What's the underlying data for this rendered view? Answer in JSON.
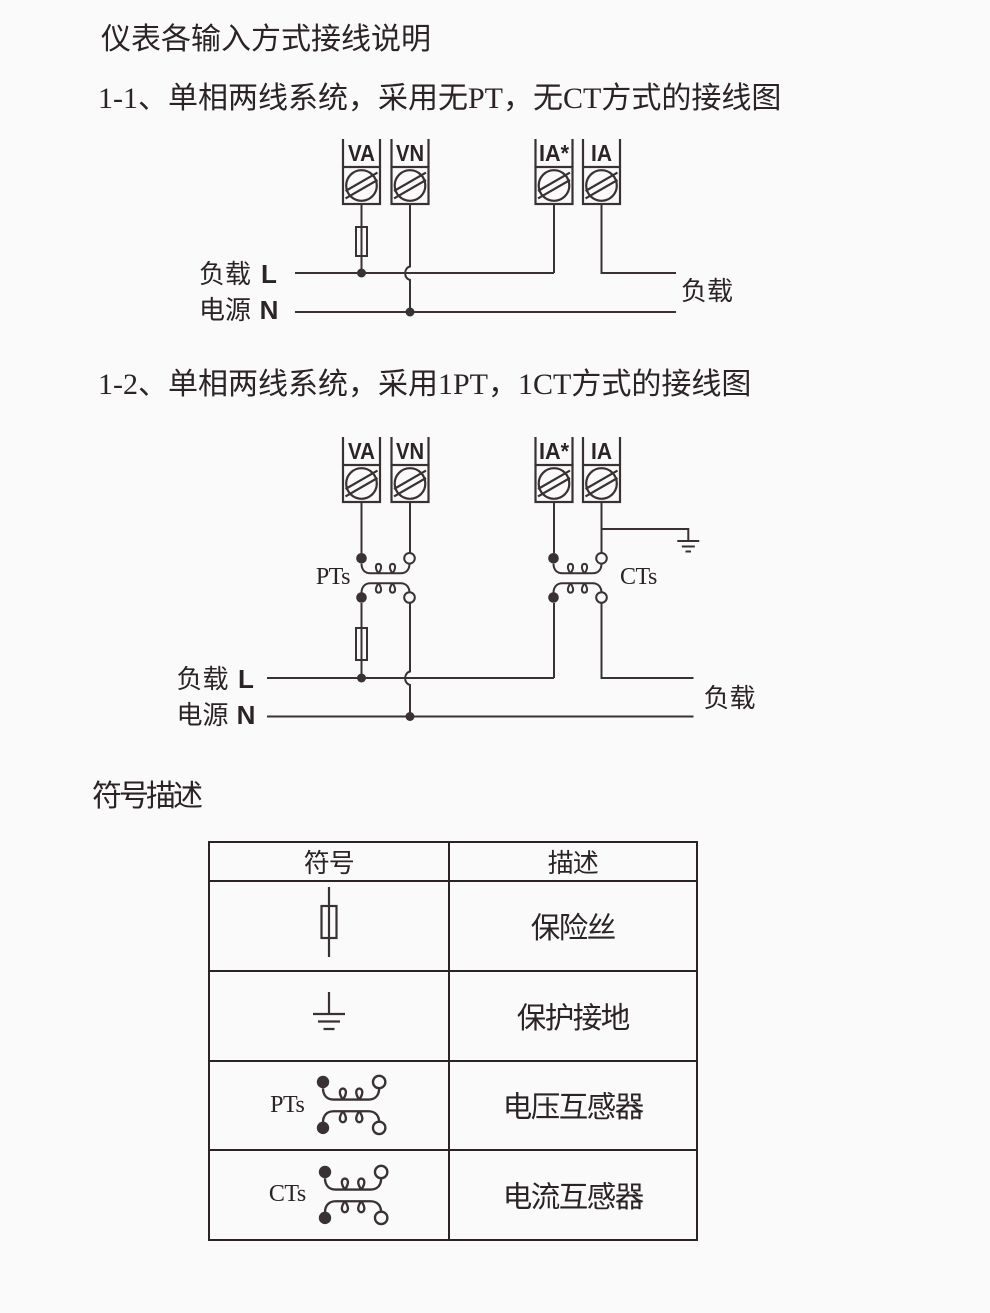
{
  "title": "仪表各输入方式接线说明",
  "section_1_1": {
    "heading": "1-1、单相两线系统，采用无PT，无CT方式的接线图",
    "terminals": [
      "VA",
      "VN",
      "IA*",
      "IA"
    ],
    "left_labels": {
      "load": "负载",
      "line": "L",
      "source": "电源",
      "neutral": "N"
    },
    "right_label": "负载"
  },
  "section_1_2": {
    "heading": "1-2、单相两线系统，采用1PT，1CT方式的接线图",
    "terminals": [
      "VA",
      "VN",
      "IA*",
      "IA"
    ],
    "pt_label": "PTs",
    "ct_label": "CTs",
    "left_labels": {
      "load": "负载",
      "line": "L",
      "source": "电源",
      "neutral": "N"
    },
    "right_label": "负载"
  },
  "symbols": {
    "heading": "符号描述",
    "table": {
      "headers": [
        "符号",
        "描述"
      ],
      "rows": [
        {
          "icon": "fuse-icon",
          "label": "",
          "description": "保险丝"
        },
        {
          "icon": "ground-icon",
          "label": "",
          "description": "保护接地"
        },
        {
          "icon": "transformer-icon",
          "label": "PTs",
          "description": "电压互感器"
        },
        {
          "icon": "transformer-icon",
          "label": "CTs",
          "description": "电流互感器"
        }
      ]
    }
  },
  "colors": {
    "ink": "#3a3132",
    "text": "#2b2326",
    "background": "#fafafa"
  }
}
